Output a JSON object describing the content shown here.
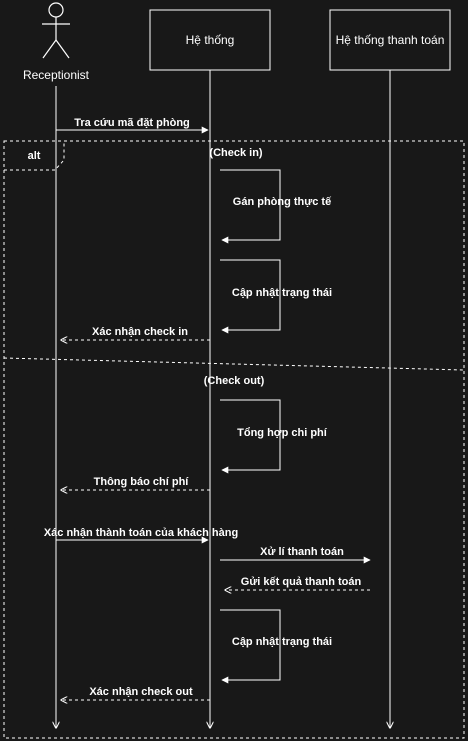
{
  "actor": {
    "name": "Receptionist"
  },
  "participants": [
    {
      "name": "Hệ thống"
    },
    {
      "name": "Hệ thống thanh toán"
    }
  ],
  "fragment": {
    "operator": "alt",
    "guards": [
      "(Check in)",
      "(Check out)"
    ]
  },
  "messages": [
    "Tra cứu mã đặt phòng",
    "Gán phòng thực tế",
    "Cập nhật trạng thái",
    "Xác nhận check in",
    "Tổng hợp chi phí",
    "Thông báo chí phí",
    "Xác nhận thành toán của khách hàng",
    "Xử lí thanh toán",
    "Gửi kết quả thanh toán",
    "Cập nhật trạng thái",
    "Xác nhận check out"
  ],
  "colors": {
    "background": "#181818",
    "stroke": "#ffffff"
  }
}
